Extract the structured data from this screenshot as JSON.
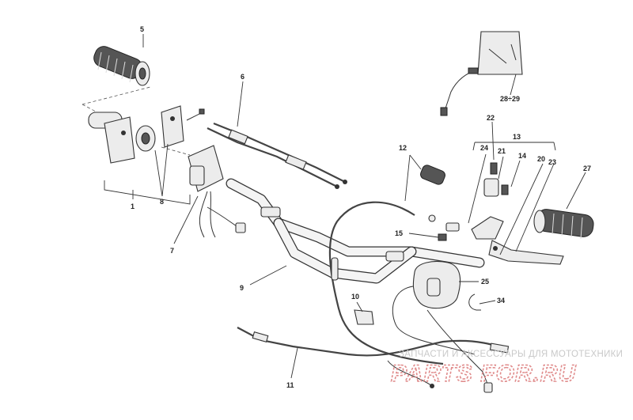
{
  "callouts": [
    {
      "id": "1",
      "text": "1"
    },
    {
      "id": "5",
      "text": "5"
    },
    {
      "id": "6",
      "text": "6"
    },
    {
      "id": "7",
      "text": "7"
    },
    {
      "id": "8",
      "text": "8"
    },
    {
      "id": "9",
      "text": "9"
    },
    {
      "id": "10",
      "text": "10"
    },
    {
      "id": "11",
      "text": "11"
    },
    {
      "id": "12",
      "text": "12"
    },
    {
      "id": "13",
      "text": "13"
    },
    {
      "id": "14",
      "text": "14"
    },
    {
      "id": "15",
      "text": "15"
    },
    {
      "id": "20",
      "text": "20"
    },
    {
      "id": "21",
      "text": "21"
    },
    {
      "id": "22",
      "text": "22"
    },
    {
      "id": "23",
      "text": "23"
    },
    {
      "id": "24",
      "text": "24"
    },
    {
      "id": "25",
      "text": "25"
    },
    {
      "id": "27",
      "text": "27"
    },
    {
      "id": "28-29",
      "text": "28÷29"
    },
    {
      "id": "34",
      "text": "34"
    }
  ],
  "watermark": {
    "tagline": "ЗАПЧАСТИ И АКСЕССУАРЫ ДЛЯ МОТОТЕХНИКИ",
    "brand": "PARTS FOR.RU"
  }
}
